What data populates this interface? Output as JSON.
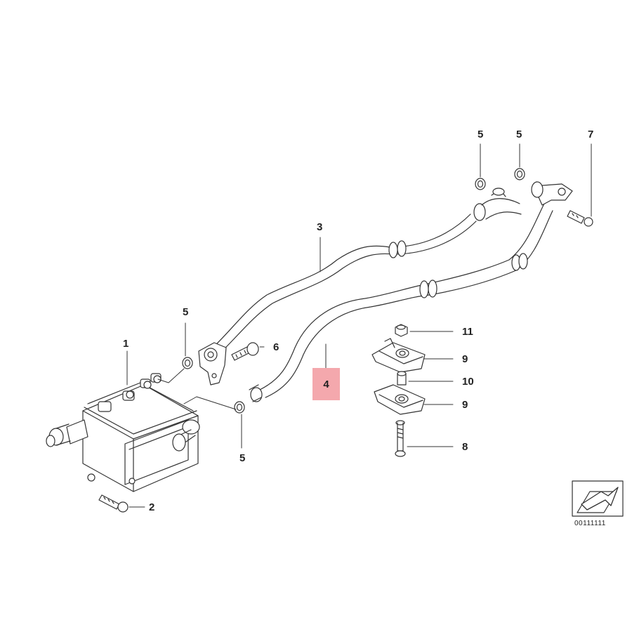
{
  "callouts": {
    "oil_cooler": "1",
    "cooler_bolt": "2",
    "upper_line": "3",
    "lower_line": "4",
    "seal_top_left": "5",
    "seal_top_right": "5",
    "seal_mid_upper": "5",
    "seal_mid_lower": "5",
    "banjo_bolt": "6",
    "flange_bolt": "7",
    "mount_bolt": "8",
    "bracket_upper": "9",
    "bracket_lower": "9",
    "spacer": "10",
    "nut": "11"
  },
  "reference": {
    "code": "00111111"
  },
  "colors": {
    "line": "#333333",
    "highlight": "#f4a8ad"
  }
}
